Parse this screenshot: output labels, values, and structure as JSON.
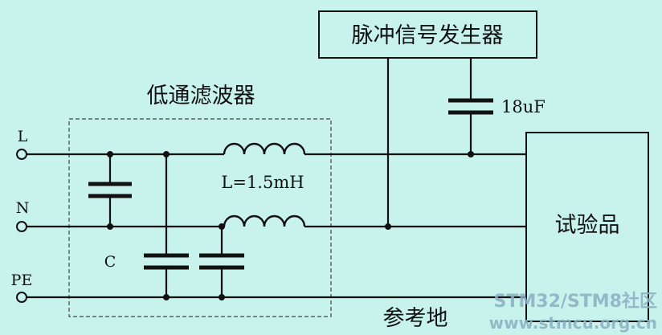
{
  "blocks": {
    "pulse_generator": "脉冲信号发生器",
    "lowpass_filter": "低通滤波器",
    "device_under_test": "试验品",
    "reference_ground": "参考地"
  },
  "terminals": {
    "line": "L",
    "neutral": "N",
    "protective_earth": "PE"
  },
  "components": {
    "coupling_capacitor": "18uF",
    "inductor": "L=1.5mH",
    "filter_capacitor": "C"
  },
  "watermark": {
    "line1": "STM32/STM8社区",
    "line2": "www.stmcu.org.cn"
  }
}
